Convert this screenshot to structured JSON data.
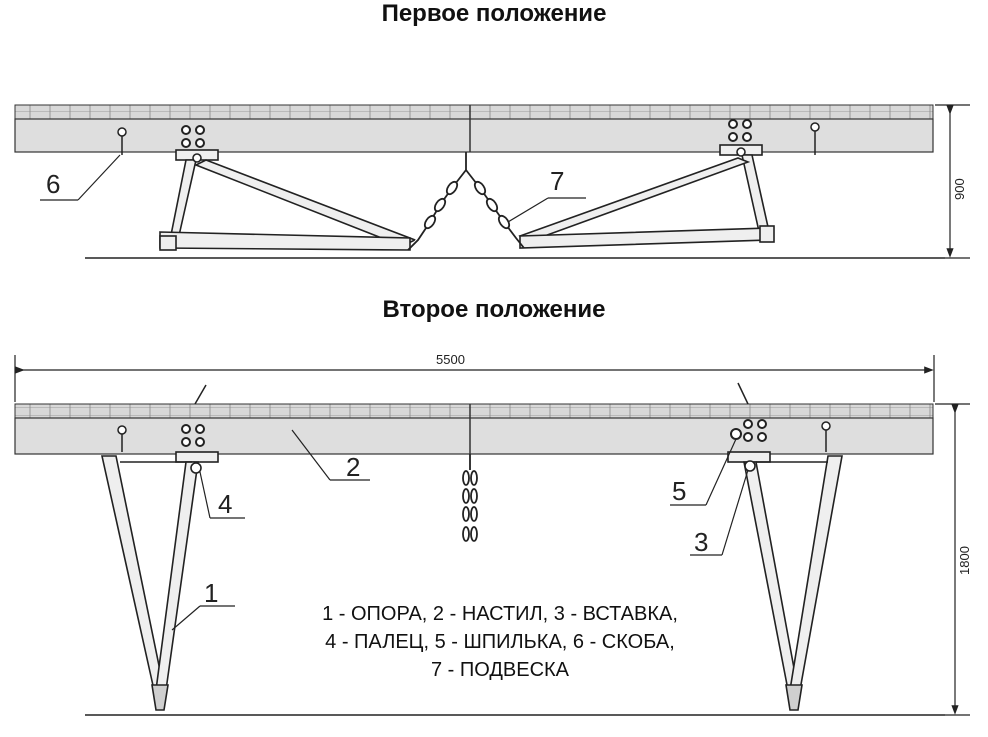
{
  "titles": {
    "first": "Первое положение",
    "second": "Второе положение"
  },
  "dimensions": {
    "height_first": "900",
    "width": "5500",
    "height_second": "1800"
  },
  "callouts": {
    "c1": "1",
    "c2": "2",
    "c3": "3",
    "c4": "4",
    "c5": "5",
    "c6": "6",
    "c7": "7"
  },
  "legend": {
    "line1": "1 - ОПОРА, 2 - НАСТИЛ, 3 - ВСТАВКА,",
    "line2": "4 - ПАЛЕЦ, 5 - ШПИЛЬКА, 6 - СКОБА,",
    "line3": "7 - ПОДВЕСКА"
  },
  "colors": {
    "deck_fill": "#dcdcdc",
    "line": "#222222"
  }
}
